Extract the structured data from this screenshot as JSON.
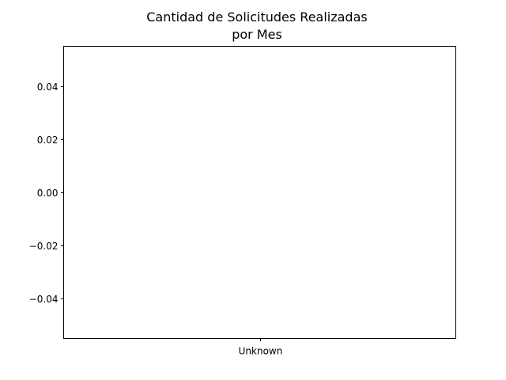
{
  "chart_data": {
    "type": "bar",
    "title_lines": [
      "Cantidad de Solicitudes Realizadas",
      "por Mes"
    ],
    "categories": [
      "Unknown"
    ],
    "values": [
      0
    ],
    "xlabel": "",
    "ylabel": "",
    "ylim": [
      -0.055,
      0.055
    ],
    "y_ticks": [
      0.04,
      0.02,
      0.0,
      -0.02,
      -0.04
    ],
    "y_tick_labels": [
      "0.04",
      "0.02",
      "0.00",
      "−0.02",
      "−0.04"
    ],
    "grid": false,
    "colors": {
      "axis": "#000000",
      "background": "#ffffff"
    }
  }
}
